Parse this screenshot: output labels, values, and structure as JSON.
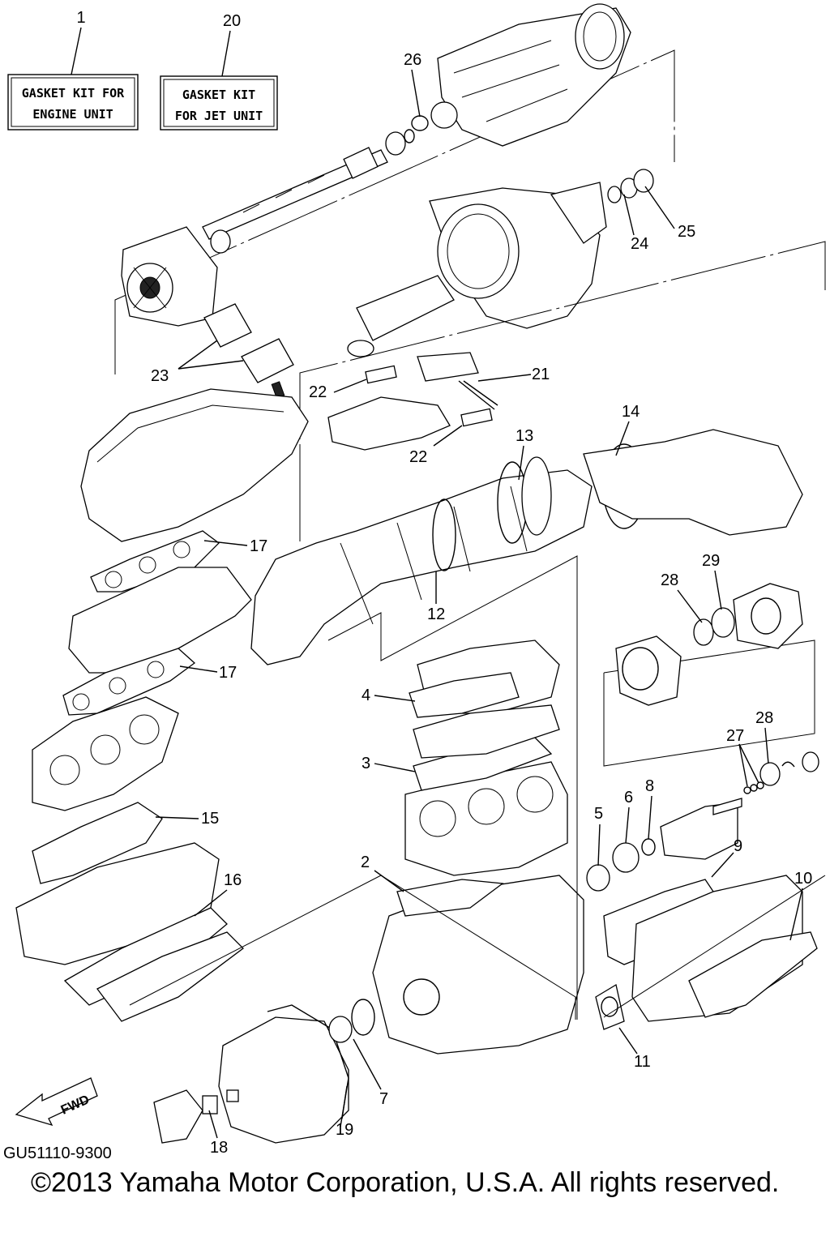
{
  "kit_labels": {
    "engine": {
      "line1": "GASKET KIT FOR",
      "line2": "ENGINE UNIT",
      "ref": "1"
    },
    "jet": {
      "line1": "GASKET KIT",
      "line2": "FOR JET UNIT",
      "ref": "20"
    }
  },
  "callouts": [
    "2",
    "3",
    "4",
    "5",
    "6",
    "7",
    "8",
    "9",
    "10",
    "11",
    "12",
    "13",
    "14",
    "15",
    "16",
    "17",
    "17",
    "18",
    "19",
    "21",
    "22",
    "22",
    "23",
    "24",
    "25",
    "26",
    "27",
    "28",
    "28",
    "29"
  ],
  "fwd_label": "FWD",
  "diagram_code": "GU51110-9300",
  "copyright": "©2013 Yamaha Motor Corporation, U.S.A. All rights reserved."
}
